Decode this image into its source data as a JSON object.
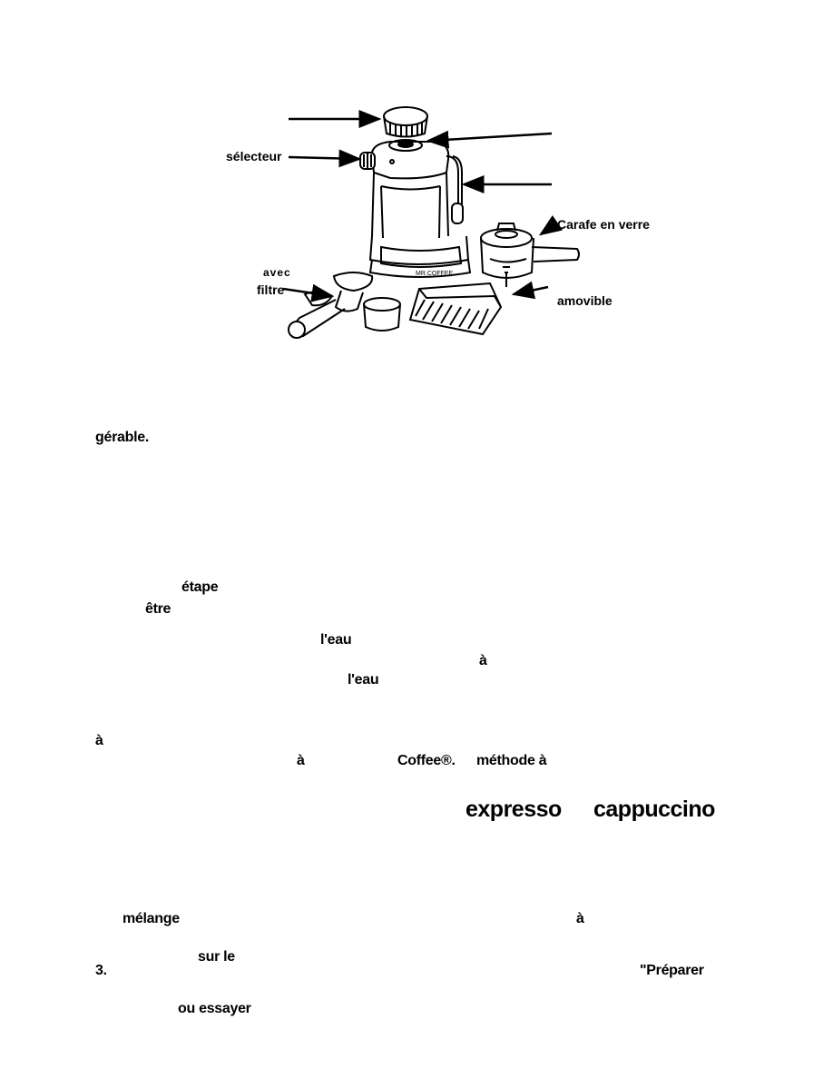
{
  "figure": {
    "labels": {
      "selecteur": "sélecteur",
      "carafe": "Carafe en verre",
      "avec": "avec",
      "filtre": "filtre",
      "amovible": "amovible",
      "brand": "MR.COFFEE"
    }
  },
  "text": {
    "gerable": "gérable.",
    "etape": "étape",
    "etre": "être",
    "leau_1": "l'eau",
    "a_1": "à",
    "leau_2": "l'eau",
    "a_2": "à",
    "a_3": "à",
    "coffee": "Coffee®.",
    "methode": "méthode à",
    "melange": "mélange",
    "a_4": "à",
    "surle": "sur le",
    "num3": "3.",
    "preparer": "\"Préparer",
    "ouessayer": "ou essayer"
  },
  "headings": {
    "expresso": "expresso",
    "cappuccino": "cappuccino"
  }
}
